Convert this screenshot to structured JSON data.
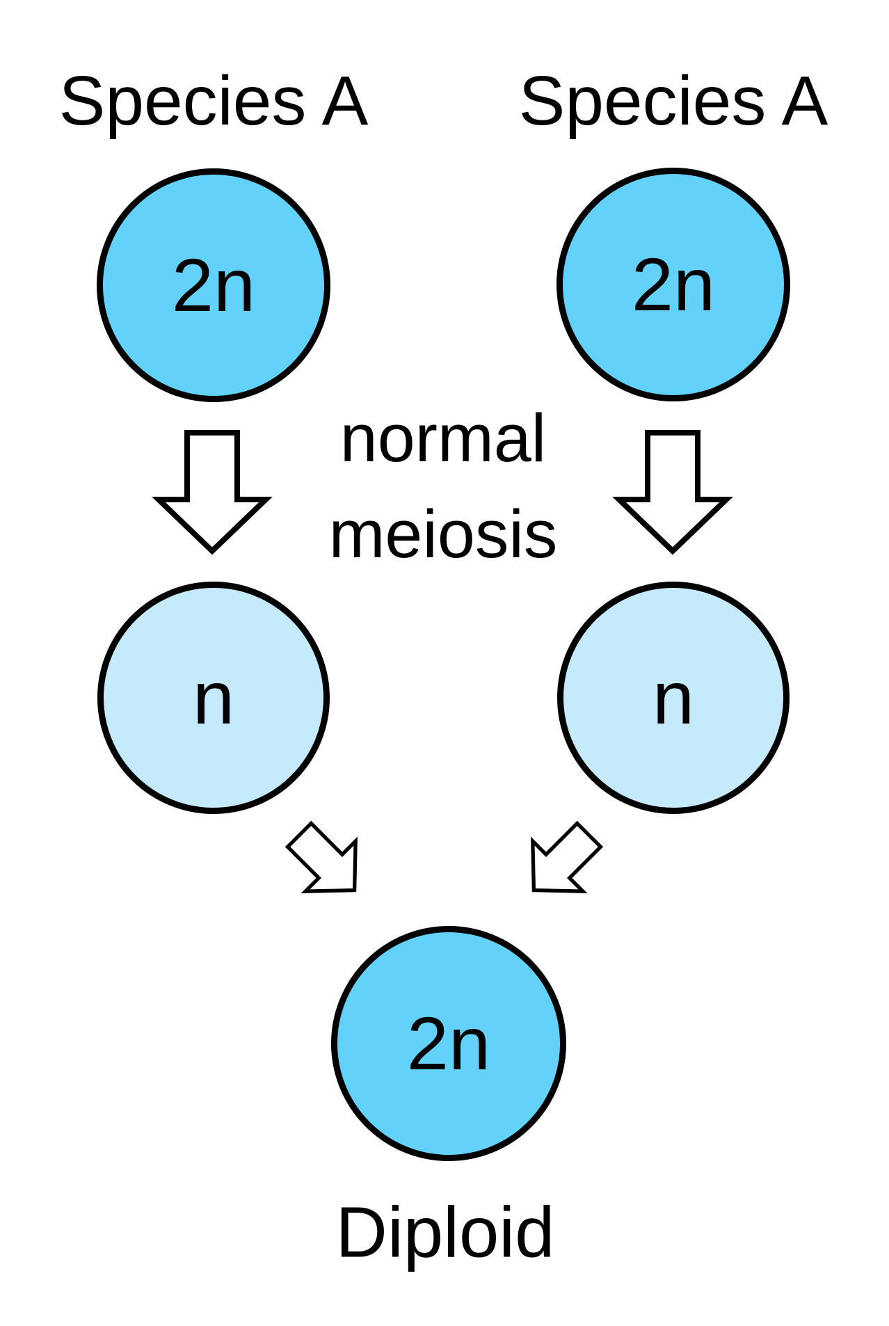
{
  "diagram": {
    "title_context": "diploid formation by normal meiosis",
    "species_labels": {
      "left": "Species A",
      "right": "Species A"
    },
    "cells": {
      "parent_left": "2n",
      "parent_right": "2n",
      "gamete_left": "n",
      "gamete_right": "n",
      "offspring": "2n"
    },
    "process_label": {
      "line1": "normal",
      "line2": "meiosis"
    },
    "bottom_label": "Diploid",
    "icons": {
      "meiosis_arrow_left": "block-arrow-down",
      "meiosis_arrow_right": "block-arrow-down",
      "fusion_arrow_left": "block-arrow-down-right",
      "fusion_arrow_right": "block-arrow-down-left"
    },
    "colors": {
      "diploid_fill": "#63D2FB",
      "haploid_fill": "#C4EAFB",
      "outline": "#000000",
      "background": "#FFFFFF",
      "text": "#000000"
    }
  }
}
